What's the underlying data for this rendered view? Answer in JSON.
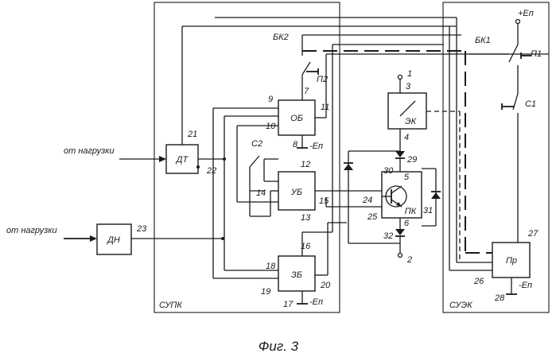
{
  "diagram": {
    "caption": "Фиг. 3",
    "inputs": {
      "load_top": "от нагрузки",
      "load_bottom": "от нагрузки"
    },
    "frames": {
      "left": "СУПК",
      "right": "СУЭК"
    },
    "blocks": {
      "dt": "ДТ",
      "dn": "ДН",
      "ob": "ОБ",
      "ub": "УБ",
      "zb": "ЗБ",
      "ek": "ЭК",
      "pk": "ПК",
      "pr": "Пр"
    },
    "switches": {
      "bk1": "БК1",
      "bk2": "БК2",
      "c1": "С1",
      "c2": "С2",
      "p1": "П1",
      "p2": "П2"
    },
    "supply": {
      "plus": "+Еп",
      "minus_ob": "-Еп",
      "minus_zb": "-Еп",
      "minus_pr": "-Еп"
    },
    "numbers": {
      "n1": "1",
      "n2": "2",
      "n3": "3",
      "n4": "4",
      "n5": "5",
      "n6": "6",
      "n7": "7",
      "n8": "8",
      "n9": "9",
      "n10": "10",
      "n11": "11",
      "n12": "12",
      "n13": "13",
      "n14": "14",
      "n15": "15",
      "n16": "16",
      "n17": "17",
      "n18": "18",
      "n19": "19",
      "n20": "20",
      "n21": "21",
      "n22": "22",
      "n23": "23",
      "n24": "24",
      "n25": "25",
      "n26": "26",
      "n27": "27",
      "n28": "28",
      "n29": "29",
      "n30": "30",
      "n31": "31",
      "n32": "32"
    }
  }
}
